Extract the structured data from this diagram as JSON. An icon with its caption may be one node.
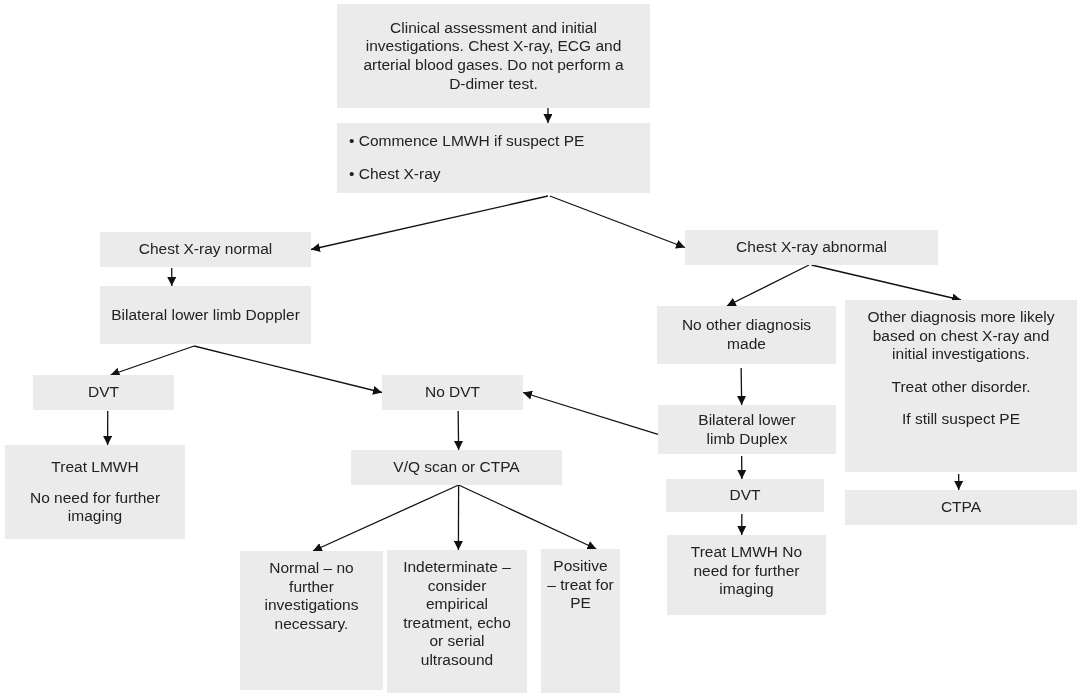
{
  "diagram": {
    "nodes": [
      {
        "text": [
          "Clinical assessment and initial investigations. Chest X-ray, ECG and arterial blood gases. Do not perform a D-dimer test."
        ]
      },
      {
        "text": [
          "• Commence LMWH if suspect PE",
          "• Chest X-ray"
        ]
      },
      {
        "text": [
          "Chest X-ray normal"
        ]
      },
      {
        "text": [
          "Bilateral lower limb Doppler"
        ]
      },
      {
        "text": [
          "Chest X-ray abnormal"
        ]
      },
      {
        "text": [
          "DVT"
        ]
      },
      {
        "text": [
          "Treat LMWH",
          "No need for further imaging"
        ]
      },
      {
        "text": [
          "No DVT"
        ]
      },
      {
        "text": [
          "V/Q scan or CTPA"
        ]
      },
      {
        "text": [
          "Normal – no further investigations necessary."
        ]
      },
      {
        "text": [
          "Indeterminate – consider empirical treatment, echo or serial ultrasound"
        ]
      },
      {
        "text": [
          "Positive – treat for PE"
        ]
      },
      {
        "text": [
          "No other diagnosis made"
        ]
      },
      {
        "text": [
          "Bilateral lower limb Duplex"
        ]
      },
      {
        "text": [
          "DVT"
        ]
      },
      {
        "text": [
          "Treat LMWH No need for further imaging"
        ]
      },
      {
        "text": [
          "Other diagnosis more likely based on chest X-ray and initial investigations.",
          "Treat other disorder.",
          "If still suspect PE"
        ]
      },
      {
        "text": [
          "CTPA"
        ]
      }
    ],
    "edges": [
      {
        "from": 0,
        "to": 1,
        "arrow": "to"
      },
      {
        "from": 1,
        "to": 2,
        "arrow": "to"
      },
      {
        "from": 1,
        "to": 4,
        "arrow": "to"
      },
      {
        "from": 2,
        "to": 3,
        "arrow": "to"
      },
      {
        "from": 3,
        "to": 5,
        "arrow": "to"
      },
      {
        "from": 3,
        "to": 7,
        "arrow": "to"
      },
      {
        "from": 5,
        "to": 6,
        "arrow": "to"
      },
      {
        "from": 7,
        "to": 8,
        "arrow": "to"
      },
      {
        "from": 8,
        "to": 9,
        "arrow": "to"
      },
      {
        "from": 8,
        "to": 10,
        "arrow": "to"
      },
      {
        "from": 8,
        "to": 11,
        "arrow": "to"
      },
      {
        "from": 4,
        "to": 12,
        "arrow": "to"
      },
      {
        "from": 4,
        "to": 16,
        "arrow": "to"
      },
      {
        "from": 12,
        "to": 13,
        "arrow": "to"
      },
      {
        "from": 13,
        "to": 7,
        "arrow": "to"
      },
      {
        "from": 13,
        "to": 14,
        "arrow": "to"
      },
      {
        "from": 14,
        "to": 15,
        "arrow": "to"
      },
      {
        "from": 16,
        "to": 17,
        "arrow": "to"
      }
    ]
  }
}
